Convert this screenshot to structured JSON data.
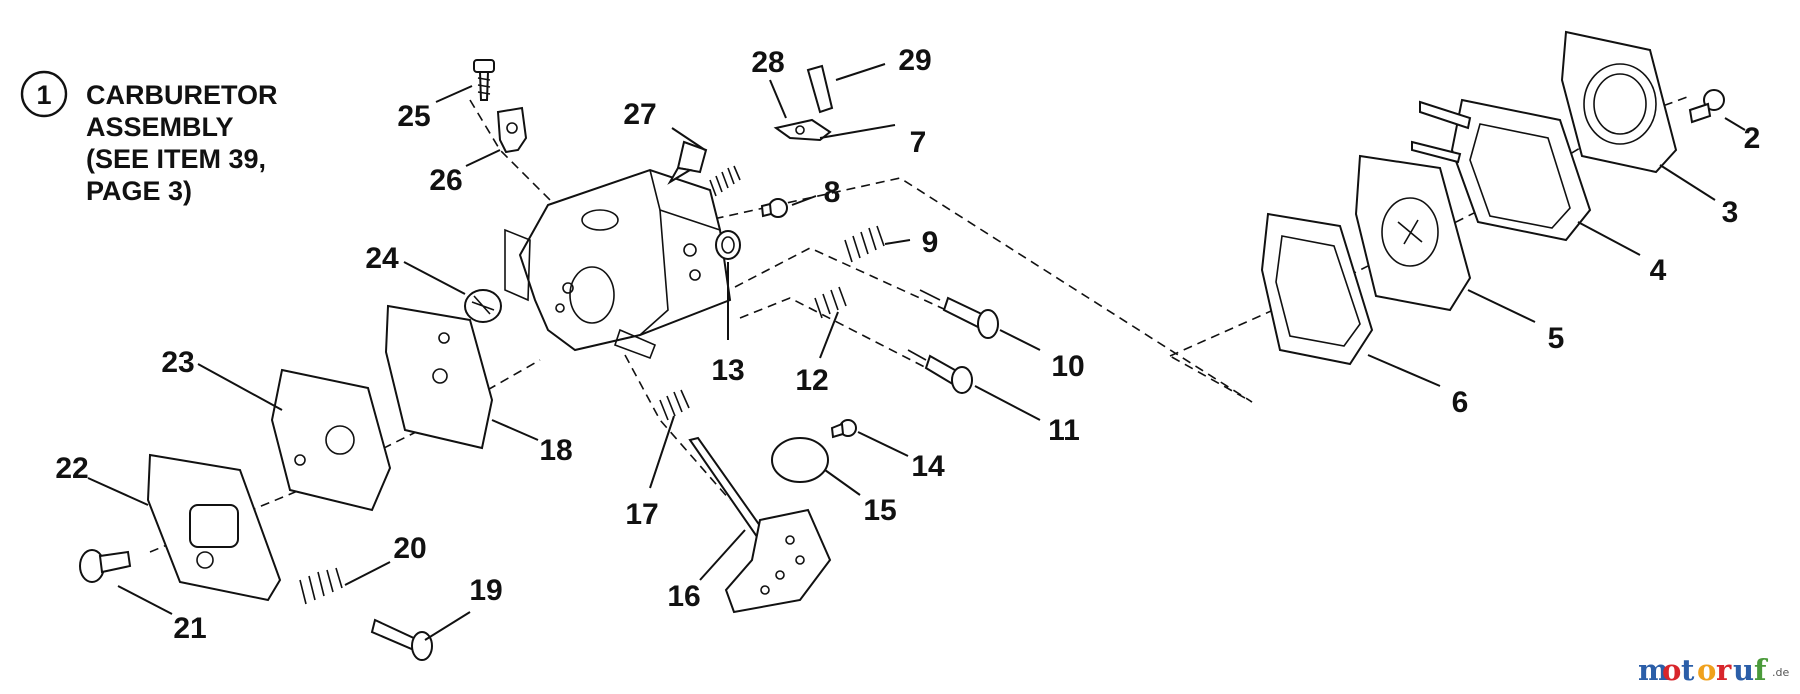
{
  "title": {
    "number": "1",
    "lines": [
      "CARBURETOR",
      "ASSEMBLY",
      "(SEE ITEM 39,",
      "PAGE 3)"
    ]
  },
  "callouts": [
    "2",
    "3",
    "4",
    "5",
    "6",
    "7",
    "8",
    "9",
    "10",
    "11",
    "12",
    "13",
    "14",
    "15",
    "16",
    "17",
    "18",
    "19",
    "20",
    "21",
    "22",
    "23",
    "24",
    "25",
    "26",
    "27",
    "28",
    "29"
  ],
  "watermark": {
    "chars": [
      "m",
      "o",
      "t",
      "o",
      "r",
      "u",
      "f"
    ],
    "colors": [
      "#2b5ea8",
      "#d8252b",
      "#2b5ea8",
      "#f0a11d",
      "#d8252b",
      "#2b5ea8",
      "#4a9a3a"
    ],
    "suffix": ".de"
  }
}
